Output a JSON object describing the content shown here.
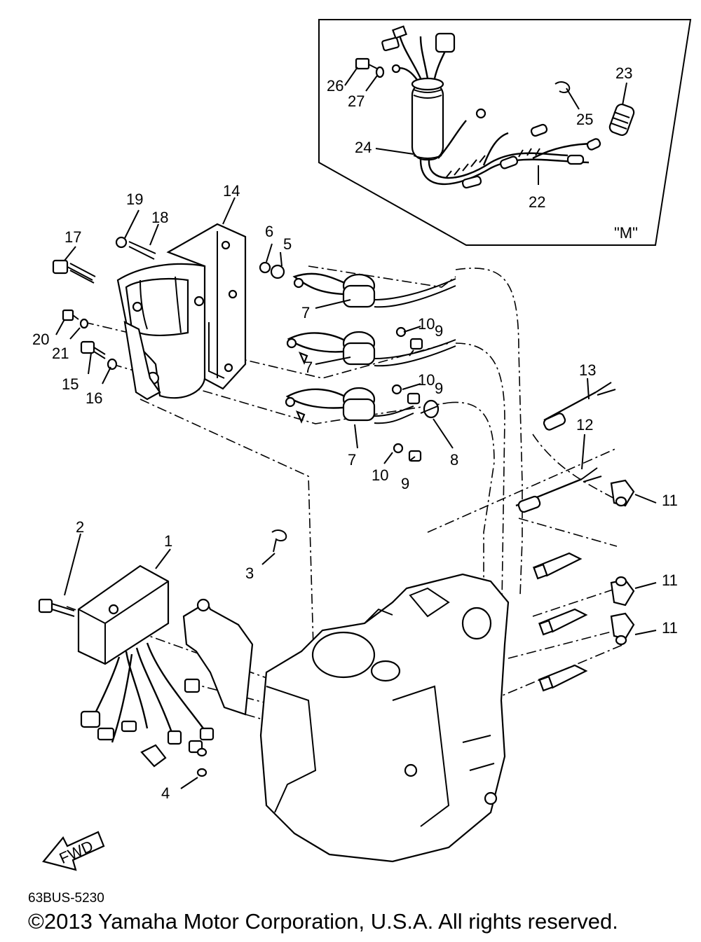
{
  "diagram": {
    "inset_label": "\"M\"",
    "fwd_label": "FWD",
    "part_code": "63BUS-5230",
    "copyright": "©2013 Yamaha Motor Corporation, U.S.A. All rights reserved."
  },
  "callouts": [
    {
      "id": "1",
      "text": "1"
    },
    {
      "id": "2",
      "text": "2"
    },
    {
      "id": "3",
      "text": "3"
    },
    {
      "id": "4",
      "text": "4"
    },
    {
      "id": "5",
      "text": "5"
    },
    {
      "id": "6",
      "text": "6"
    },
    {
      "id": "7a",
      "text": "7"
    },
    {
      "id": "7b",
      "text": "7"
    },
    {
      "id": "7c",
      "text": "7"
    },
    {
      "id": "8",
      "text": "8"
    },
    {
      "id": "9a",
      "text": "9"
    },
    {
      "id": "9b",
      "text": "9"
    },
    {
      "id": "9c",
      "text": "9"
    },
    {
      "id": "10a",
      "text": "10"
    },
    {
      "id": "10b",
      "text": "10"
    },
    {
      "id": "10c",
      "text": "10"
    },
    {
      "id": "11a",
      "text": "11"
    },
    {
      "id": "11b",
      "text": "11"
    },
    {
      "id": "11c",
      "text": "11"
    },
    {
      "id": "12",
      "text": "12"
    },
    {
      "id": "13",
      "text": "13"
    },
    {
      "id": "14",
      "text": "14"
    },
    {
      "id": "15",
      "text": "15"
    },
    {
      "id": "16",
      "text": "16"
    },
    {
      "id": "17",
      "text": "17"
    },
    {
      "id": "18",
      "text": "18"
    },
    {
      "id": "19",
      "text": "19"
    },
    {
      "id": "20",
      "text": "20"
    },
    {
      "id": "21",
      "text": "21"
    },
    {
      "id": "22",
      "text": "22"
    },
    {
      "id": "23",
      "text": "23"
    },
    {
      "id": "24",
      "text": "24"
    },
    {
      "id": "25",
      "text": "25"
    },
    {
      "id": "26",
      "text": "26"
    },
    {
      "id": "27",
      "text": "27"
    }
  ]
}
